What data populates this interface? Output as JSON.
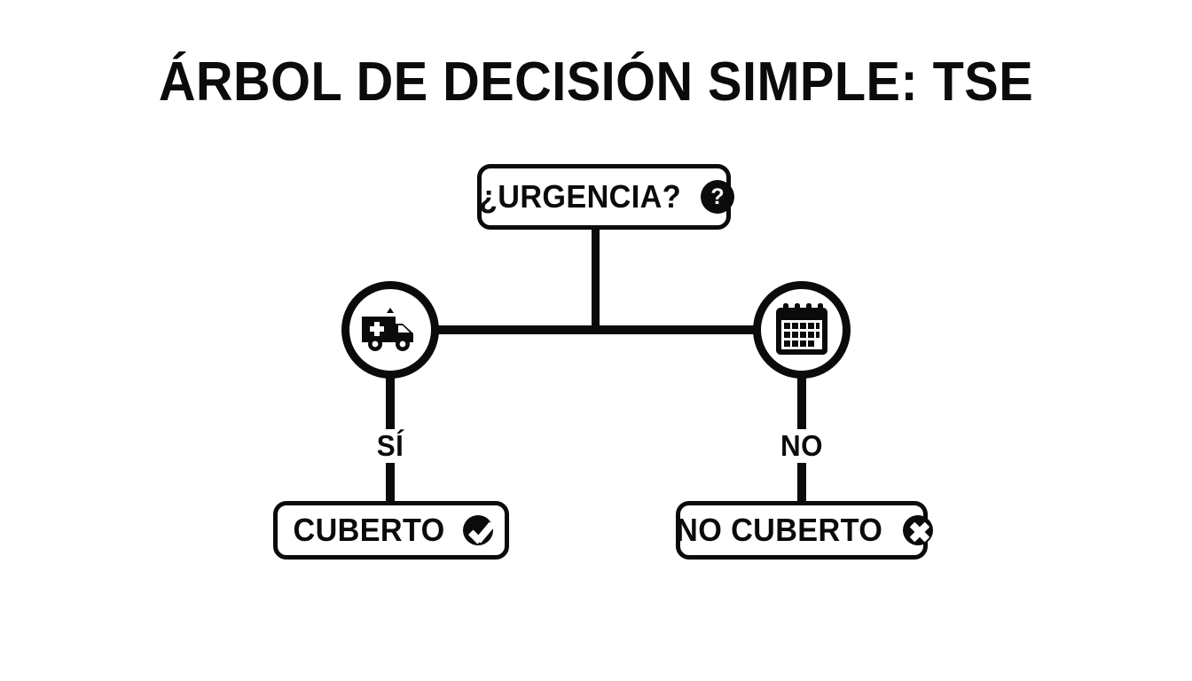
{
  "diagram": {
    "title": "ÁRBOL DE DECISIÓN SIMPLE: TSE",
    "type": "decision-tree",
    "colors": {
      "ink": "#0b0b0b",
      "background": "#ffffff"
    },
    "root": {
      "label": "¿URGENCIA?",
      "icon": "question-mark-badge-icon"
    },
    "branches": [
      {
        "edge_label": "SÍ",
        "node_icon": "ambulance-icon",
        "outcome_label": "CUBERTO",
        "outcome_icon": "check-badge-icon"
      },
      {
        "edge_label": "NO",
        "node_icon": "calendar-icon",
        "outcome_label": "NO CUBERTO",
        "outcome_icon": "x-badge-icon"
      }
    ]
  }
}
